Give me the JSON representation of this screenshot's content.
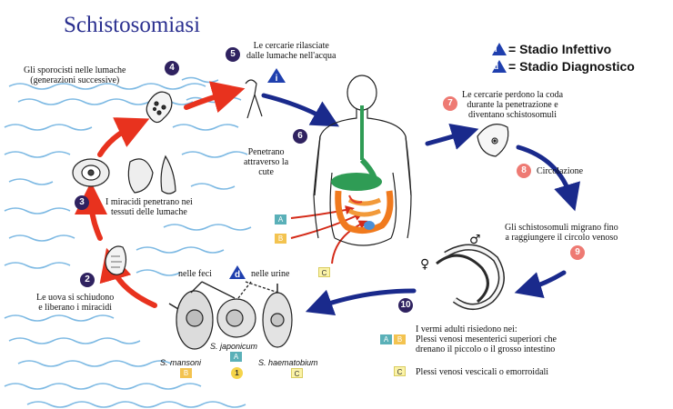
{
  "title": "Schistosomiasi",
  "legend": {
    "infective_symbol": "i",
    "infective_label": "= Stadio Infettivo",
    "diagnostic_symbol": "d",
    "diagnostic_label": "= Stadio Diagnostico"
  },
  "steps": {
    "s1": {
      "num": "1"
    },
    "s2": {
      "num": "2",
      "line1": "Le uova si schiudono",
      "line2": "e liberano i miracidi"
    },
    "s3": {
      "num": "3",
      "line1": "I miracidi penetrano nei",
      "line2": "tessuti delle lumache"
    },
    "s4": {
      "num": "4",
      "line1": "Gli sporocisti nelle lumache",
      "line2": "(generazioni successive)"
    },
    "s5": {
      "num": "5",
      "line1": "Le cercarie rilasciate",
      "line2": "dalle lumache nell'acqua"
    },
    "s6": {
      "num": "6",
      "line1": "Penetrano",
      "line2": "attraverso la",
      "line3": "cute"
    },
    "s7": {
      "num": "7",
      "line1": "Le cercarie perdono la coda",
      "line2": "durante la penetrazione e",
      "line3": "diventano schistosomuli"
    },
    "s8": {
      "num": "8",
      "line1": "Circolazione"
    },
    "s9": {
      "num": "9",
      "line1": "Gli schistosomuli migrano fino",
      "line2": "a raggiungere il circolo venoso"
    },
    "s10": {
      "num": "10",
      "line1": "I vermi adulti risiedono nei:",
      "line2": "Plessi venosi mesenterici superiori che",
      "line3": "drenano il piccolo o il grosso intestino",
      "line4": "Plessi venosi vescicali o emorroidali"
    }
  },
  "eggs": {
    "feces_label": "nelle feci",
    "urine_label": "nelle urine",
    "mansoni": "S. mansoni",
    "japonicum": "S. japonicum",
    "haematobium": "S. haematobium"
  },
  "markers": {
    "A": "A",
    "B": "B",
    "C": "C"
  },
  "sex_symbols": {
    "female": "♀",
    "male": "♂"
  },
  "colors": {
    "title": "#2a2f8f",
    "red_arrow": "#e8321e",
    "blue_arrow": "#1a2a8c",
    "badge_dark": "#2f2260",
    "badge_pink": "#ee7a73",
    "water": "#6fb2e0",
    "marker_A": "#5ab0b8",
    "marker_B": "#f3c350",
    "marker_C": "#fbf3a8"
  }
}
